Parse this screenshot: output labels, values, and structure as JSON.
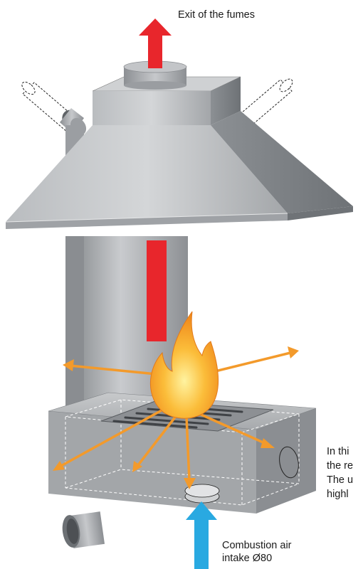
{
  "labels": {
    "exit_fumes": "Exit of the fumes",
    "air_intake_line1": "Combustion air",
    "air_intake_line2": "intake Ø80",
    "side_note_lines": [
      "In thi",
      "the re",
      "The u",
      "highl"
    ]
  },
  "colors": {
    "fume_arrow": "#e8262c",
    "air_arrow": "#29a9e1",
    "heat_arrow": "#f39a2b",
    "steel": "#a9acaf"
  },
  "icons": {
    "flame": "flame-icon",
    "grate": "grate-icon"
  }
}
